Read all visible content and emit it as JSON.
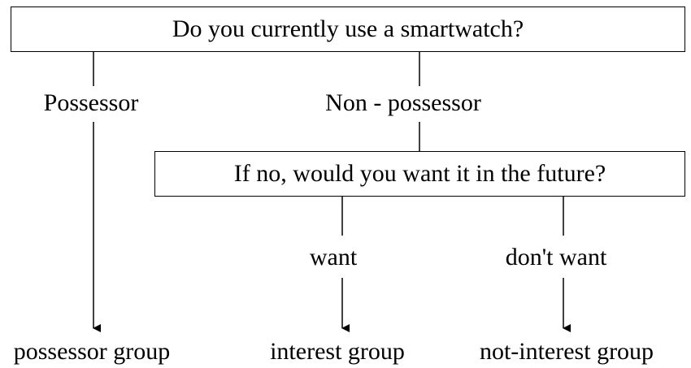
{
  "diagram": {
    "question1": "Do you currently use a smartwatch?",
    "question2": "If no, would you want it in the future?",
    "branch_possessor": "Possessor",
    "branch_non_possessor": "Non - possessor",
    "branch_want": "want",
    "branch_dont_want": "don't want",
    "outcome_possessor": "possessor group",
    "outcome_interest": "interest group",
    "outcome_not_interest": "not-interest group"
  }
}
